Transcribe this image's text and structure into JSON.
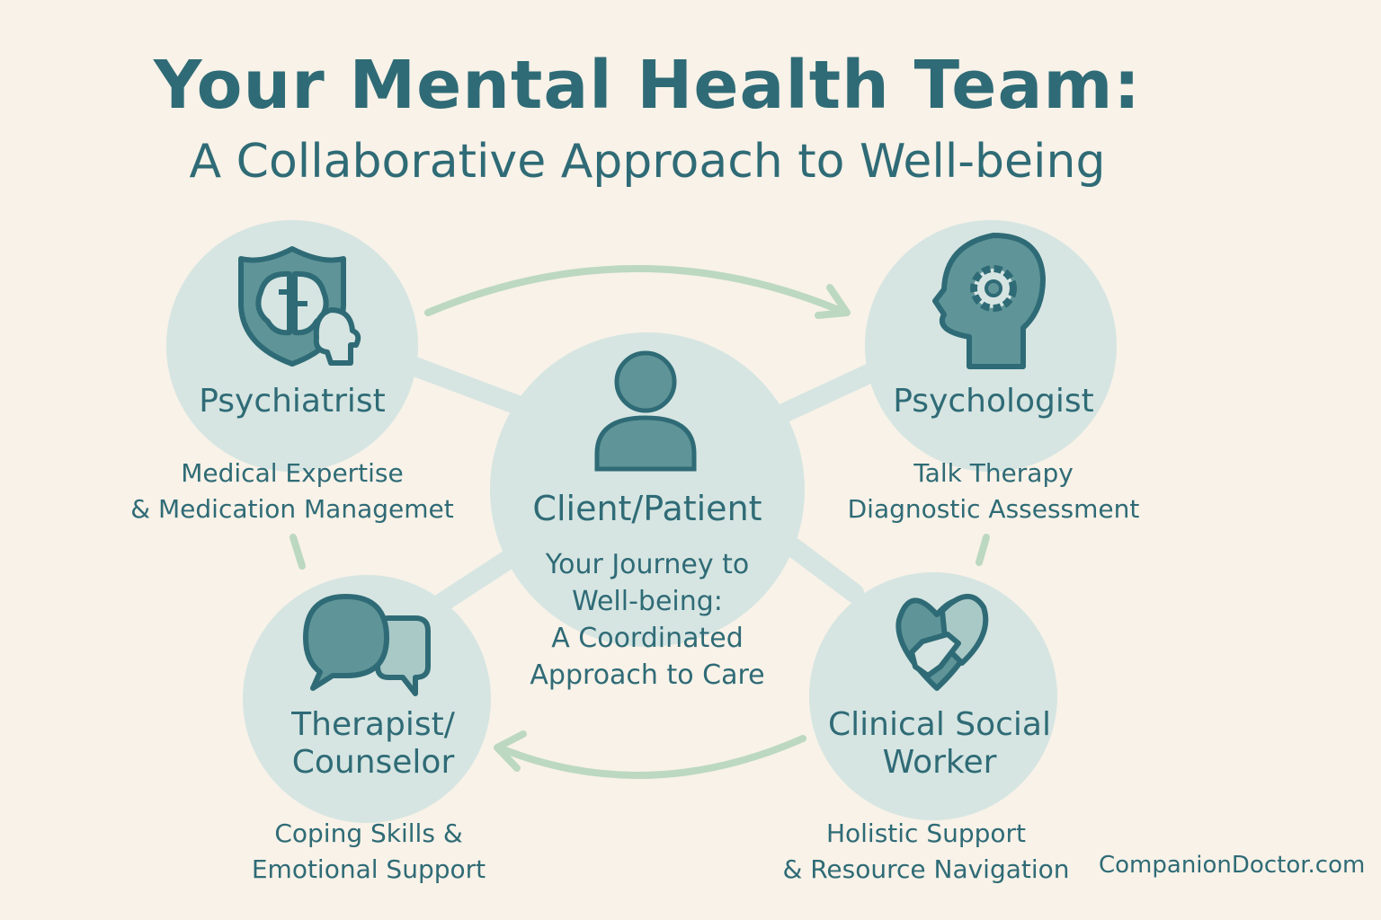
{
  "title": "Your Mental Health Team:",
  "subtitle": "A Collaborative Approach to Well-being",
  "center": {
    "label": "Client/Patient",
    "description": [
      "Your Journey to",
      "Well-being:",
      "A Coordinated",
      "Approach to Care"
    ],
    "icon": "person-icon"
  },
  "nodes": [
    {
      "id": "psychiatrist",
      "label": [
        "Psychiatrist"
      ],
      "description": [
        "Medical Expertise",
        "& Medication Managemet"
      ],
      "icon": "brain-shield-icon"
    },
    {
      "id": "psychologist",
      "label": [
        "Psychologist"
      ],
      "description": [
        "Talk Therapy",
        "Diagnostic Assessment"
      ],
      "icon": "head-gear-icon"
    },
    {
      "id": "therapist",
      "label": [
        "Therapist/",
        "Counselor"
      ],
      "description": [
        "Coping Skills &",
        "Emotional Support"
      ],
      "icon": "speech-bubbles-icon"
    },
    {
      "id": "social-worker",
      "label": [
        "Clinical Social",
        "Worker"
      ],
      "description": [
        "Holistic Support",
        "& Resource Navigation"
      ],
      "icon": "heart-handshake-icon"
    }
  ],
  "footer": "CompanionDoctor.com",
  "colors": {
    "background": "#f8f2e8",
    "text": "#2f6b76",
    "circle": "#d6e5e2",
    "icon_fill": "#5f9598",
    "icon_stroke": "#2f6b76",
    "arrow": "#bcd8c0",
    "connector": "#d6e5e2"
  }
}
